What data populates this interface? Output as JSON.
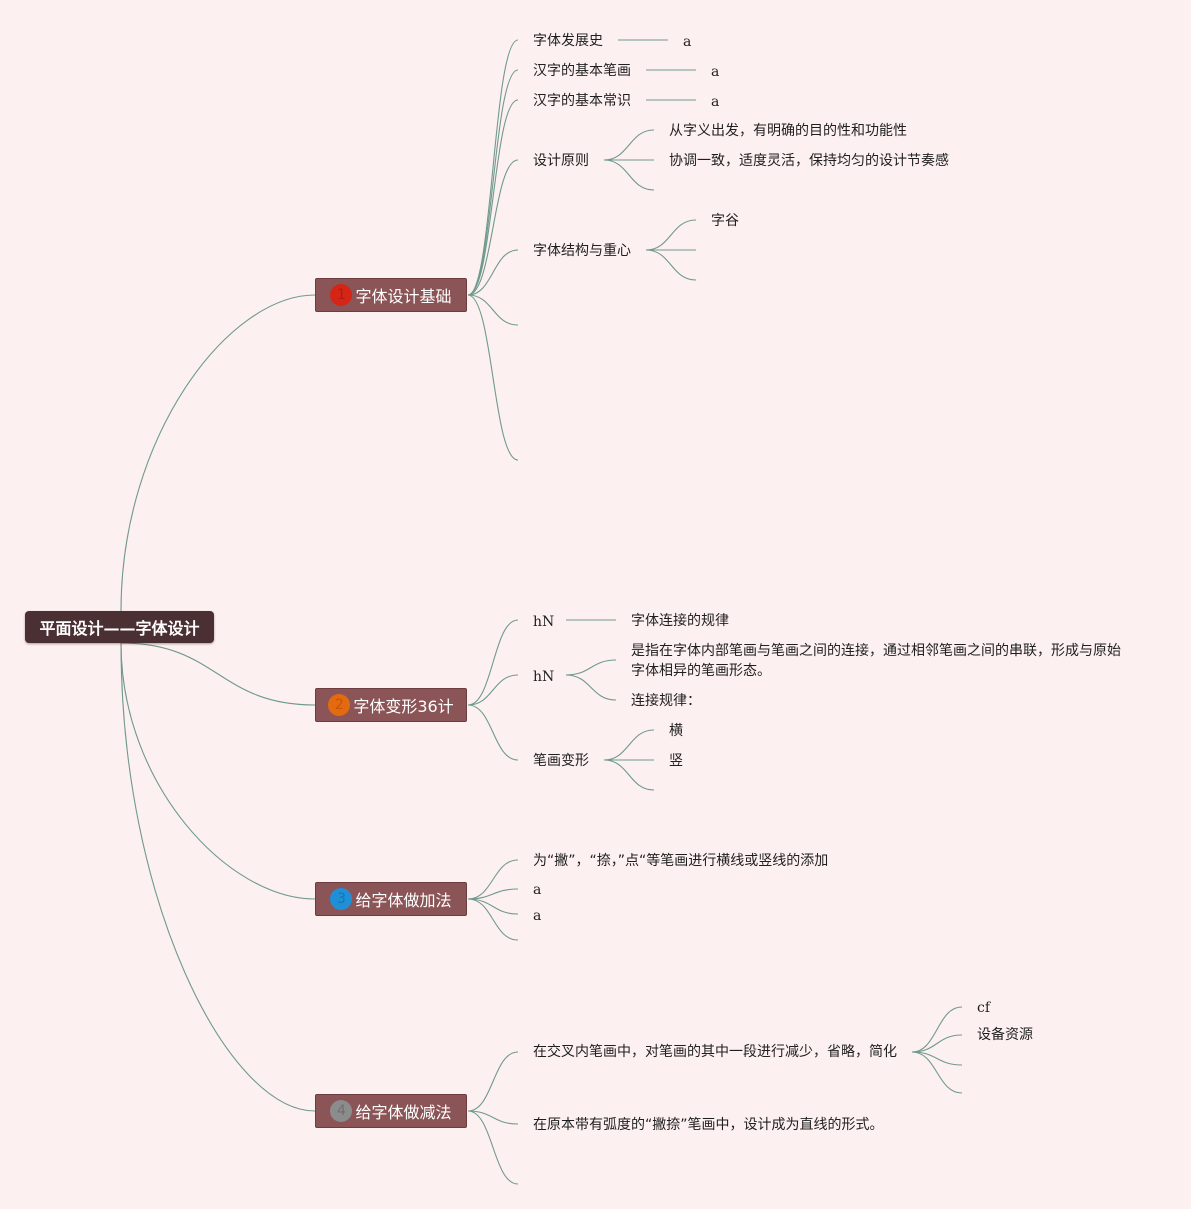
{
  "colors": {
    "background": "#fdf0f0",
    "root": "#4a2f33",
    "topic": "#8b5557",
    "line": "#6f9a8e",
    "badge1": "#d42516",
    "badge2": "#e46a0f",
    "badge3": "#1f8fd8",
    "badge4": "#8c8c8c"
  },
  "root": {
    "label": "平面设计——字体设计"
  },
  "topics": [
    {
      "num": "1",
      "label": "字体设计基础"
    },
    {
      "num": "2",
      "label": "字体变形36计"
    },
    {
      "num": "3",
      "label": "给字体做加法"
    },
    {
      "num": "4",
      "label": "给字体做减法"
    }
  ],
  "t1": {
    "history": "字体发展史",
    "history_a": "a",
    "strokes": "汉字的基本笔画",
    "strokes_a": "a",
    "common": "汉字的基本常识",
    "common_a": "a",
    "principles": "设计原则",
    "principle_1": "从字义出发，有明确的目的性和功能性",
    "principle_2": "协调一致，适度灵活，保持均匀的设计节奏感",
    "structure": "字体结构与重心",
    "structure_1": "字谷"
  },
  "t2": {
    "hn1": "hN",
    "hn1_child": "字体连接的规律",
    "hn2": "hN",
    "hn2_child1": "是指在字体内部笔画与笔画之间的连接，通过相邻笔画之间的串联，形成与原始字体相异的笔画形态。",
    "hn2_child2": "连接规律：",
    "stroke_change": "笔画变形",
    "heng": "横",
    "shu": "竖"
  },
  "t3": {
    "item1": "为“撇”，“捺，”点“等笔画进行横线或竖线的添加",
    "item2": "a",
    "item3": "a"
  },
  "t4": {
    "item1": "在交叉内笔画中，对笔画的其中一段进行减少，省略，简化",
    "item1_child1": "cf",
    "item1_child2": "设备资源",
    "item2": "在原本带有弧度的“撇捺”笔画中，设计成为直线的形式。"
  }
}
